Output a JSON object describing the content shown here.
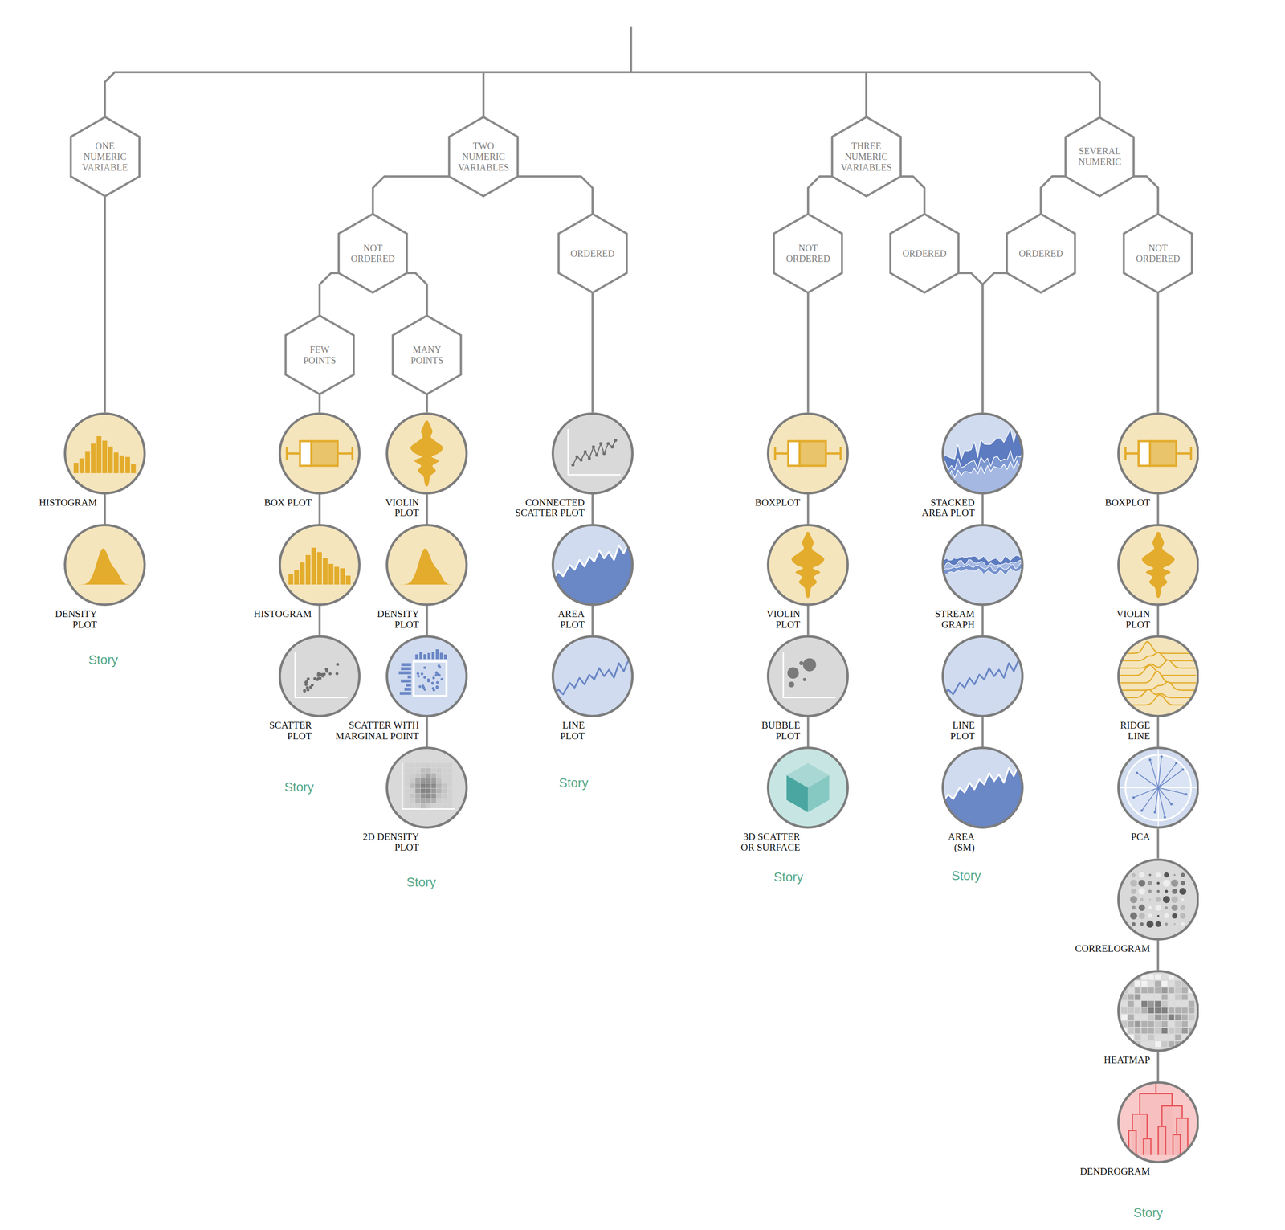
{
  "diagram": {
    "nodes": [
      {
        "text": [
          "ONE NUMERIC VARIABLE"
        ]
      },
      {
        "text": [
          "TWO NUMERIC VARIABLES"
        ]
      },
      {
        "text": [
          "THREE NUMERIC VARIABLES"
        ]
      },
      {
        "text": [
          "SEVERAL NUMERIC"
        ]
      },
      {
        "text": [
          "NOT ORDERED"
        ]
      },
      {
        "text": [
          "ORDERED"
        ]
      },
      {
        "text": [
          "NOT ORDERED"
        ]
      },
      {
        "text": [
          "ORDERED"
        ]
      },
      {
        "text": [
          "ORDERED"
        ]
      },
      {
        "text": [
          "NOT ORDERED"
        ]
      },
      {
        "text": [
          "FEW POINTS"
        ]
      },
      {
        "text": [
          "MANY POINTS"
        ]
      },
      {
        "text": [
          "HISTOGRAM"
        ]
      },
      {
        "text": [
          "DENSITY PLOT"
        ]
      },
      {
        "text": [
          "BOX PLOT"
        ]
      },
      {
        "text": [
          "HISTOGRAM"
        ]
      },
      {
        "text": [
          "SCATTER PLOT"
        ]
      },
      {
        "text": [
          "VIOLIN PLOT"
        ]
      },
      {
        "text": [
          "DENSITY PLOT"
        ]
      },
      {
        "text": [
          "SCATTER WITH MARGINAL POINT"
        ]
      },
      {
        "text": [
          "2D DENSITY PLOT"
        ]
      },
      {
        "text": [
          "CONNECTED SCATTER PLOT"
        ]
      },
      {
        "text": [
          "AREA PLOT"
        ]
      },
      {
        "text": [
          "LINE PLOT"
        ]
      },
      {
        "text": [
          "BOXPLOT"
        ]
      },
      {
        "text": [
          "VIOLIN PLOT"
        ]
      },
      {
        "text": [
          "BUBBLE PLOT"
        ]
      },
      {
        "text": [
          "3D SCATTER OR SURFACE"
        ]
      },
      {
        "text": [
          "STACKED AREA PLOT"
        ]
      },
      {
        "text": [
          "STREAM GRAPH"
        ]
      },
      {
        "text": [
          "LINE PLOT"
        ]
      },
      {
        "text": [
          "AREA (SM)"
        ]
      },
      {
        "text": [
          "BOXPLOT"
        ]
      },
      {
        "text": [
          "VIOLIN PLOT"
        ]
      },
      {
        "text": [
          "RIDGE LINE"
        ]
      },
      {
        "text": [
          "PCA"
        ]
      },
      {
        "text": [
          "CORRELOGRAM"
        ]
      },
      {
        "text": [
          "HEATMAP"
        ]
      },
      {
        "text": [
          "DENDROGRAM"
        ]
      }
    ],
    "edges": [
      {
        "from": 0,
        "to": 12,
        "arrow": "none"
      },
      {
        "from": 12,
        "to": 13,
        "arrow": "none"
      },
      {
        "from": 1,
        "to": 4,
        "arrow": "none"
      },
      {
        "from": 1,
        "to": 5,
        "arrow": "none"
      },
      {
        "from": 4,
        "to": 10,
        "arrow": "none"
      },
      {
        "from": 4,
        "to": 11,
        "arrow": "none"
      },
      {
        "from": 10,
        "to": 14,
        "arrow": "none"
      },
      {
        "from": 14,
        "to": 15,
        "arrow": "none"
      },
      {
        "from": 15,
        "to": 16,
        "arrow": "none"
      },
      {
        "from": 11,
        "to": 17,
        "arrow": "none"
      },
      {
        "from": 17,
        "to": 18,
        "arrow": "none"
      },
      {
        "from": 18,
        "to": 19,
        "arrow": "none"
      },
      {
        "from": 19,
        "to": 20,
        "arrow": "none"
      },
      {
        "from": 5,
        "to": 21,
        "arrow": "none"
      },
      {
        "from": 21,
        "to": 22,
        "arrow": "none"
      },
      {
        "from": 22,
        "to": 23,
        "arrow": "none"
      },
      {
        "from": 2,
        "to": 6,
        "arrow": "none"
      },
      {
        "from": 2,
        "to": 7,
        "arrow": "none"
      },
      {
        "from": 6,
        "to": 24,
        "arrow": "none"
      },
      {
        "from": 24,
        "to": 25,
        "arrow": "none"
      },
      {
        "from": 25,
        "to": 26,
        "arrow": "none"
      },
      {
        "from": 26,
        "to": 27,
        "arrow": "none"
      },
      {
        "from": 7,
        "to": 28,
        "arrow": "none"
      },
      {
        "from": 8,
        "to": 28,
        "arrow": "none"
      },
      {
        "from": 28,
        "to": 29,
        "arrow": "none"
      },
      {
        "from": 29,
        "to": 30,
        "arrow": "none"
      },
      {
        "from": 30,
        "to": 31,
        "arrow": "none"
      },
      {
        "from": 3,
        "to": 8,
        "arrow": "none"
      },
      {
        "from": 3,
        "to": 9,
        "arrow": "none"
      },
      {
        "from": 9,
        "to": 32,
        "arrow": "none"
      },
      {
        "from": 32,
        "to": 33,
        "arrow": "none"
      },
      {
        "from": 33,
        "to": 34,
        "arrow": "none"
      },
      {
        "from": 34,
        "to": 35,
        "arrow": "none"
      },
      {
        "from": 35,
        "to": 36,
        "arrow": "none"
      },
      {
        "from": 36,
        "to": 37,
        "arrow": "none"
      },
      {
        "from": 37,
        "to": 38,
        "arrow": "none"
      }
    ],
    "labels": [
      "Story",
      "Story",
      "Story",
      "Story",
      "Story",
      "Story",
      "Story"
    ]
  }
}
